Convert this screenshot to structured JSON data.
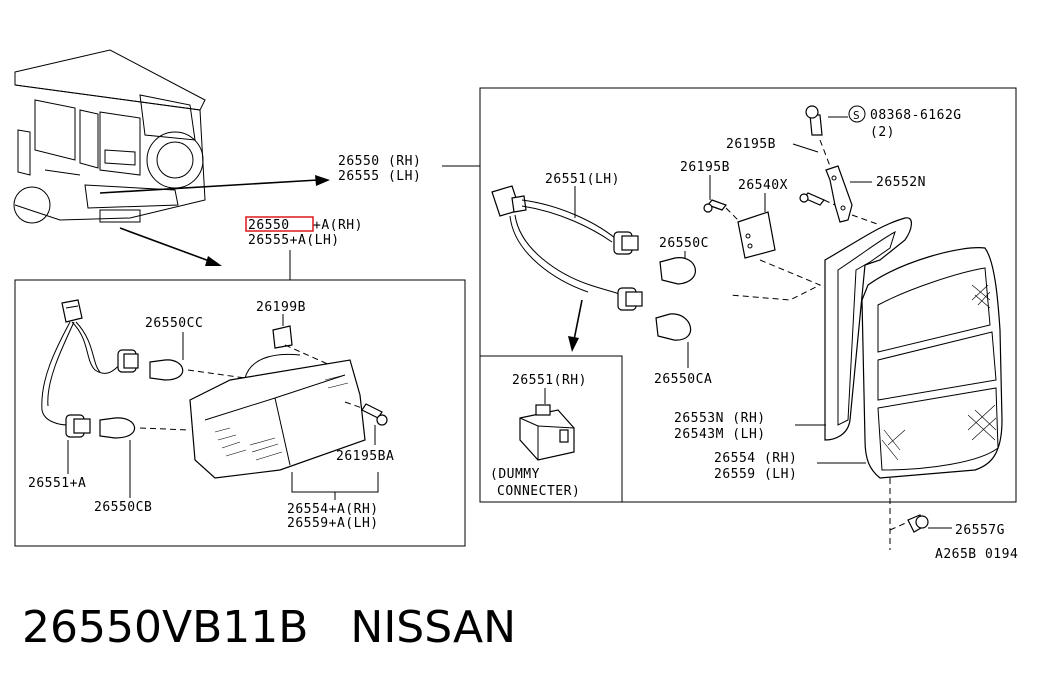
{
  "footer": {
    "part_number": "26550VB11B",
    "brand": "NISSAN"
  },
  "labels": {
    "rh_combo_rh": "26550 (RH)",
    "rh_combo_lh": "26555 (LH)",
    "bumper_lamp_rh_prefix": "26550",
    "bumper_lamp_rh_suffix": "+A(RH)",
    "bumper_lamp_lh": "26555+A(LH)",
    "socket_lh": "26551(LH)",
    "screw_b_top": "26195B",
    "screw_b": "26195B",
    "bracket_x": "26540X",
    "bracket_n": "26552N",
    "bolt_code": "08368-6162G",
    "bolt_qty": "(2)",
    "bolt_symbol": "S",
    "bulb_c": "26550C",
    "bulb_ca": "26550CA",
    "packing_rh": "26553N (RH)",
    "packing_lh": "26543M (LH)",
    "lens_rh": "26554 (RH)",
    "lens_lh": "26559 (LH)",
    "clip": "26557G",
    "diagram_code": "A265B 0194",
    "dummy_socket": "26551(RH)",
    "dummy_line1": "(DUMMY",
    "dummy_line2": "CONNECTER)",
    "clip_b": "26199B",
    "bulb_cc": "26550CC",
    "socket_a": "26551+A",
    "bulb_cb": "26550CB",
    "screw_ba": "26195BA",
    "lens_a_rh": "26554+A(RH)",
    "lens_a_lh": "26559+A(LH)"
  },
  "colors": {
    "highlight": "#e0262a"
  }
}
